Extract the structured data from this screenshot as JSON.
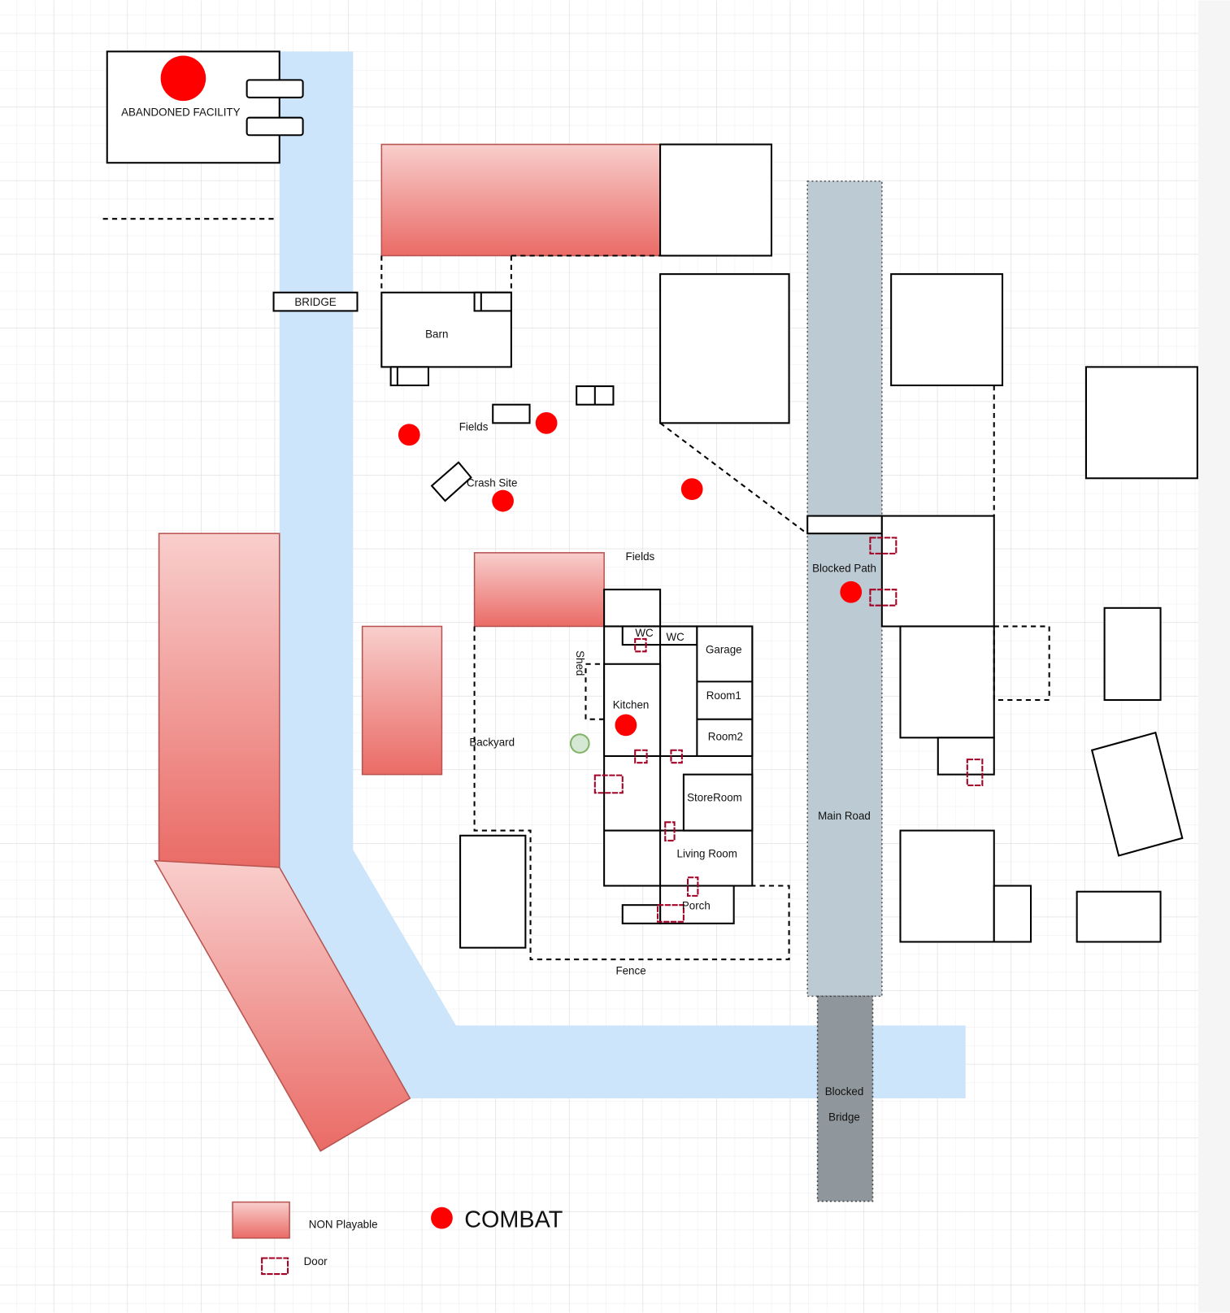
{
  "colors": {
    "road": "#cce5fb",
    "main_road": "#bccbd3",
    "blocked_bridge": "#8f979c",
    "combat": "#ff0000",
    "non_playable": "#ea6b66",
    "door": "#a20025",
    "player": "#d5e8d4"
  },
  "labels": {
    "abandoned_facility": "ABANDONED FACILITY",
    "bridge": "BRIDGE",
    "barn": "Barn",
    "fields_1": "Fields",
    "crash_site": "Crash Site",
    "fields_2": "Fields",
    "blocked_path": "Blocked Path",
    "main_road": "Main Road",
    "blocked": "Blocked",
    "bridge_2": "Bridge",
    "fence": "Fence",
    "backyard": "Backyard",
    "shed": "Shed",
    "kitchen": "Kitchen",
    "garage": "Garage",
    "room1": "Room1",
    "room2": "Room2",
    "storeroom": "StoreRoom",
    "living_room": "Living Room",
    "porch": "Porch",
    "wc_1": "WC",
    "wc_2": "WC"
  },
  "legend": {
    "non_playable": "NON Playable",
    "door": "Door",
    "combat": "COMBAT"
  }
}
